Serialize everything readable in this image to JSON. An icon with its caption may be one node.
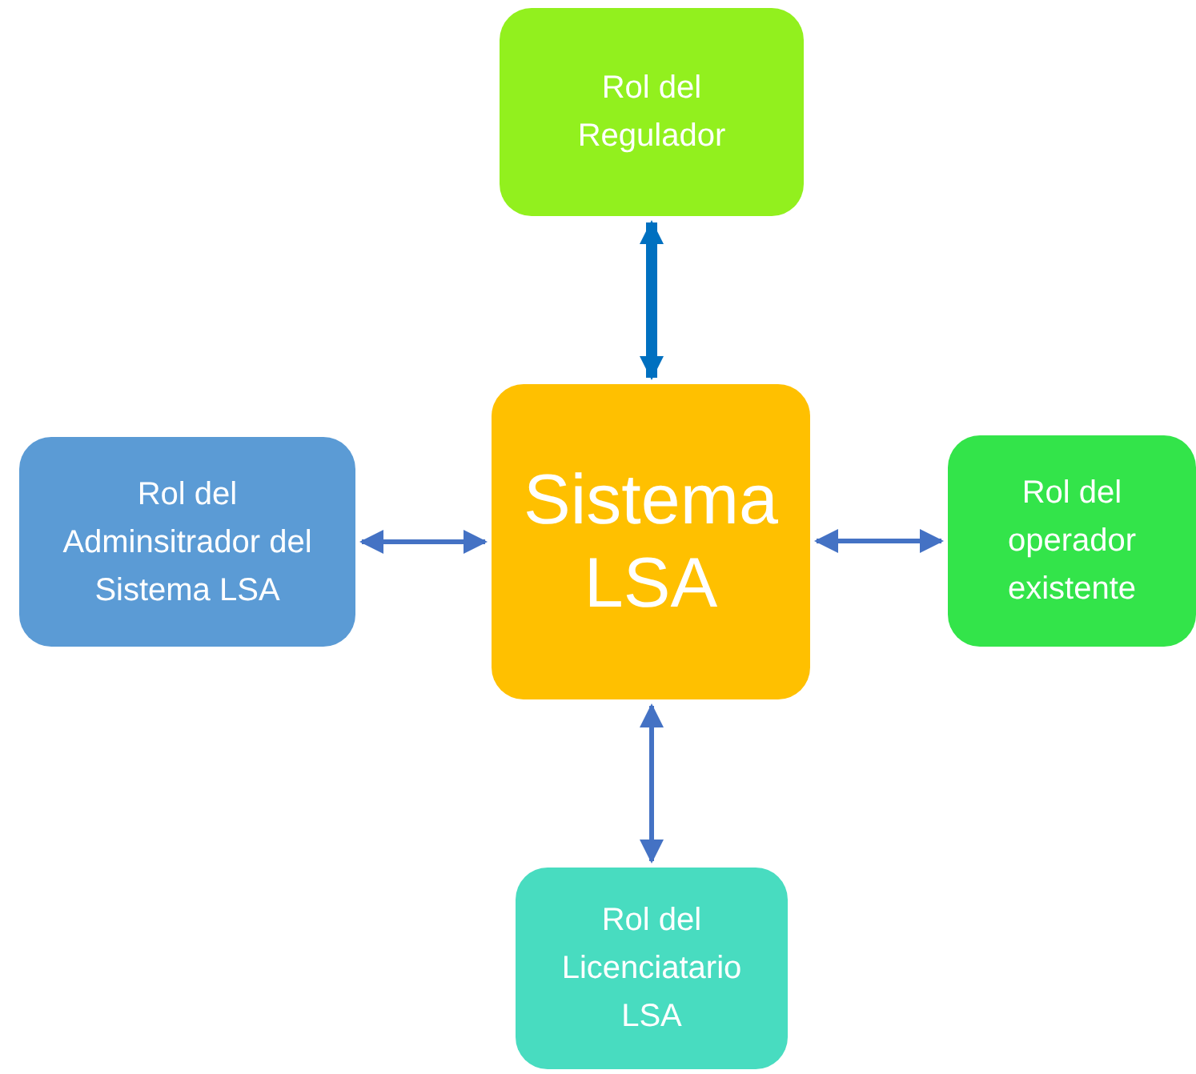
{
  "diagram": {
    "nodes": [
      {
        "text": [
          "Rol del Regulador"
        ]
      },
      {
        "text": [
          "Rol del Adminsitrador del Sistema LSA"
        ]
      },
      {
        "text": [
          "Sistema LSA"
        ]
      },
      {
        "text": [
          "Rol del operador existente"
        ]
      },
      {
        "text": [
          "Rol del Licenciatario LSA"
        ]
      }
    ],
    "edges": [
      {
        "from": 2,
        "to": 0,
        "arrow": "both",
        "style": "thick",
        "color": "#0070c0"
      },
      {
        "from": 2,
        "to": 1,
        "arrow": "both"
      },
      {
        "from": 2,
        "to": 3,
        "arrow": "both"
      },
      {
        "from": 2,
        "to": 4,
        "arrow": "both"
      }
    ]
  }
}
